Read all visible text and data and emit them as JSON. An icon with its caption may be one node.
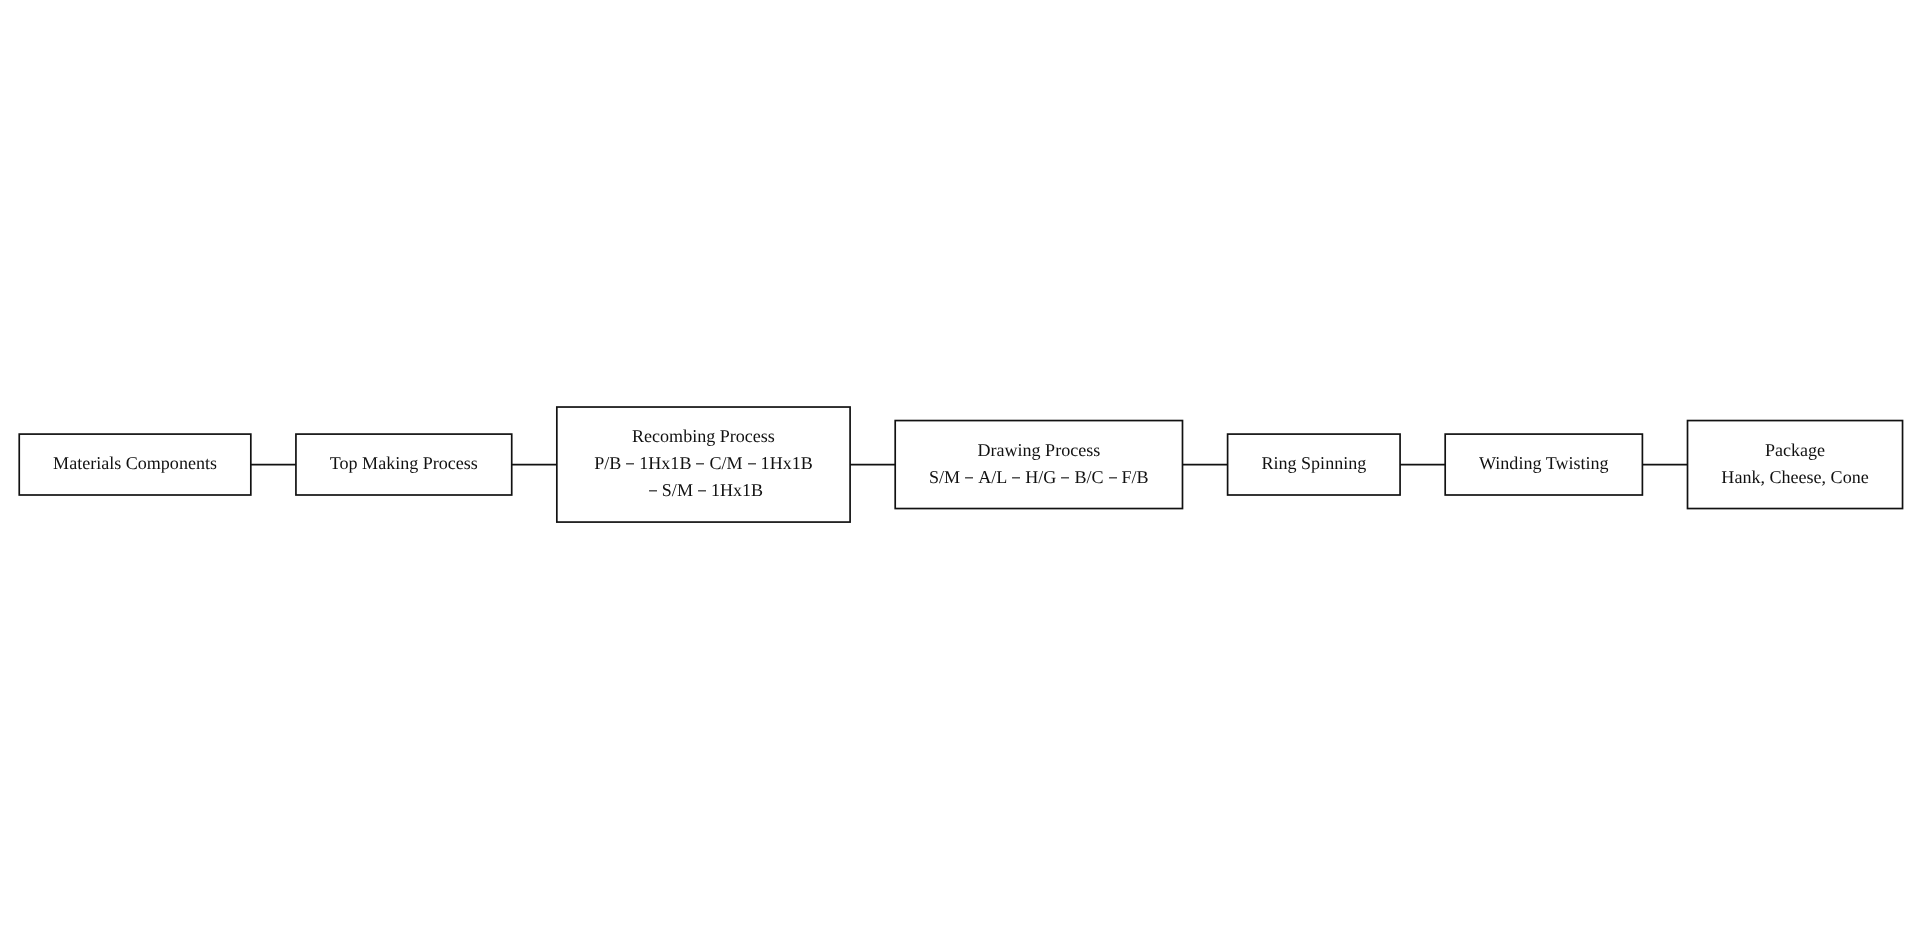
{
  "diagram": {
    "nodes": [
      {
        "text": [
          "Materials Components"
        ]
      },
      {
        "text": [
          "Top Making Process"
        ]
      },
      {
        "text": [
          "Recombing Process",
          "P/B－1Hx1B－C/M－1Hx1B－S/M－1Hx1B"
        ]
      },
      {
        "text": [
          "Drawing Process",
          "S/M－A/L－H/G－B/C－F/B"
        ]
      },
      {
        "text": [
          "Ring Spinning"
        ]
      },
      {
        "text": [
          "Winding Twisting"
        ]
      },
      {
        "text": [
          "Package",
          "Hank, Cheese, Cone"
        ]
      }
    ],
    "edges": [
      {
        "from": 0,
        "to": 1,
        "arrow": "none"
      },
      {
        "from": 1,
        "to": 2,
        "arrow": "none"
      },
      {
        "from": 2,
        "to": 3,
        "arrow": "none"
      },
      {
        "from": 3,
        "to": 4,
        "arrow": "none"
      },
      {
        "from": 4,
        "to": 5,
        "arrow": "none"
      },
      {
        "from": 5,
        "to": 6,
        "arrow": "none"
      }
    ]
  }
}
